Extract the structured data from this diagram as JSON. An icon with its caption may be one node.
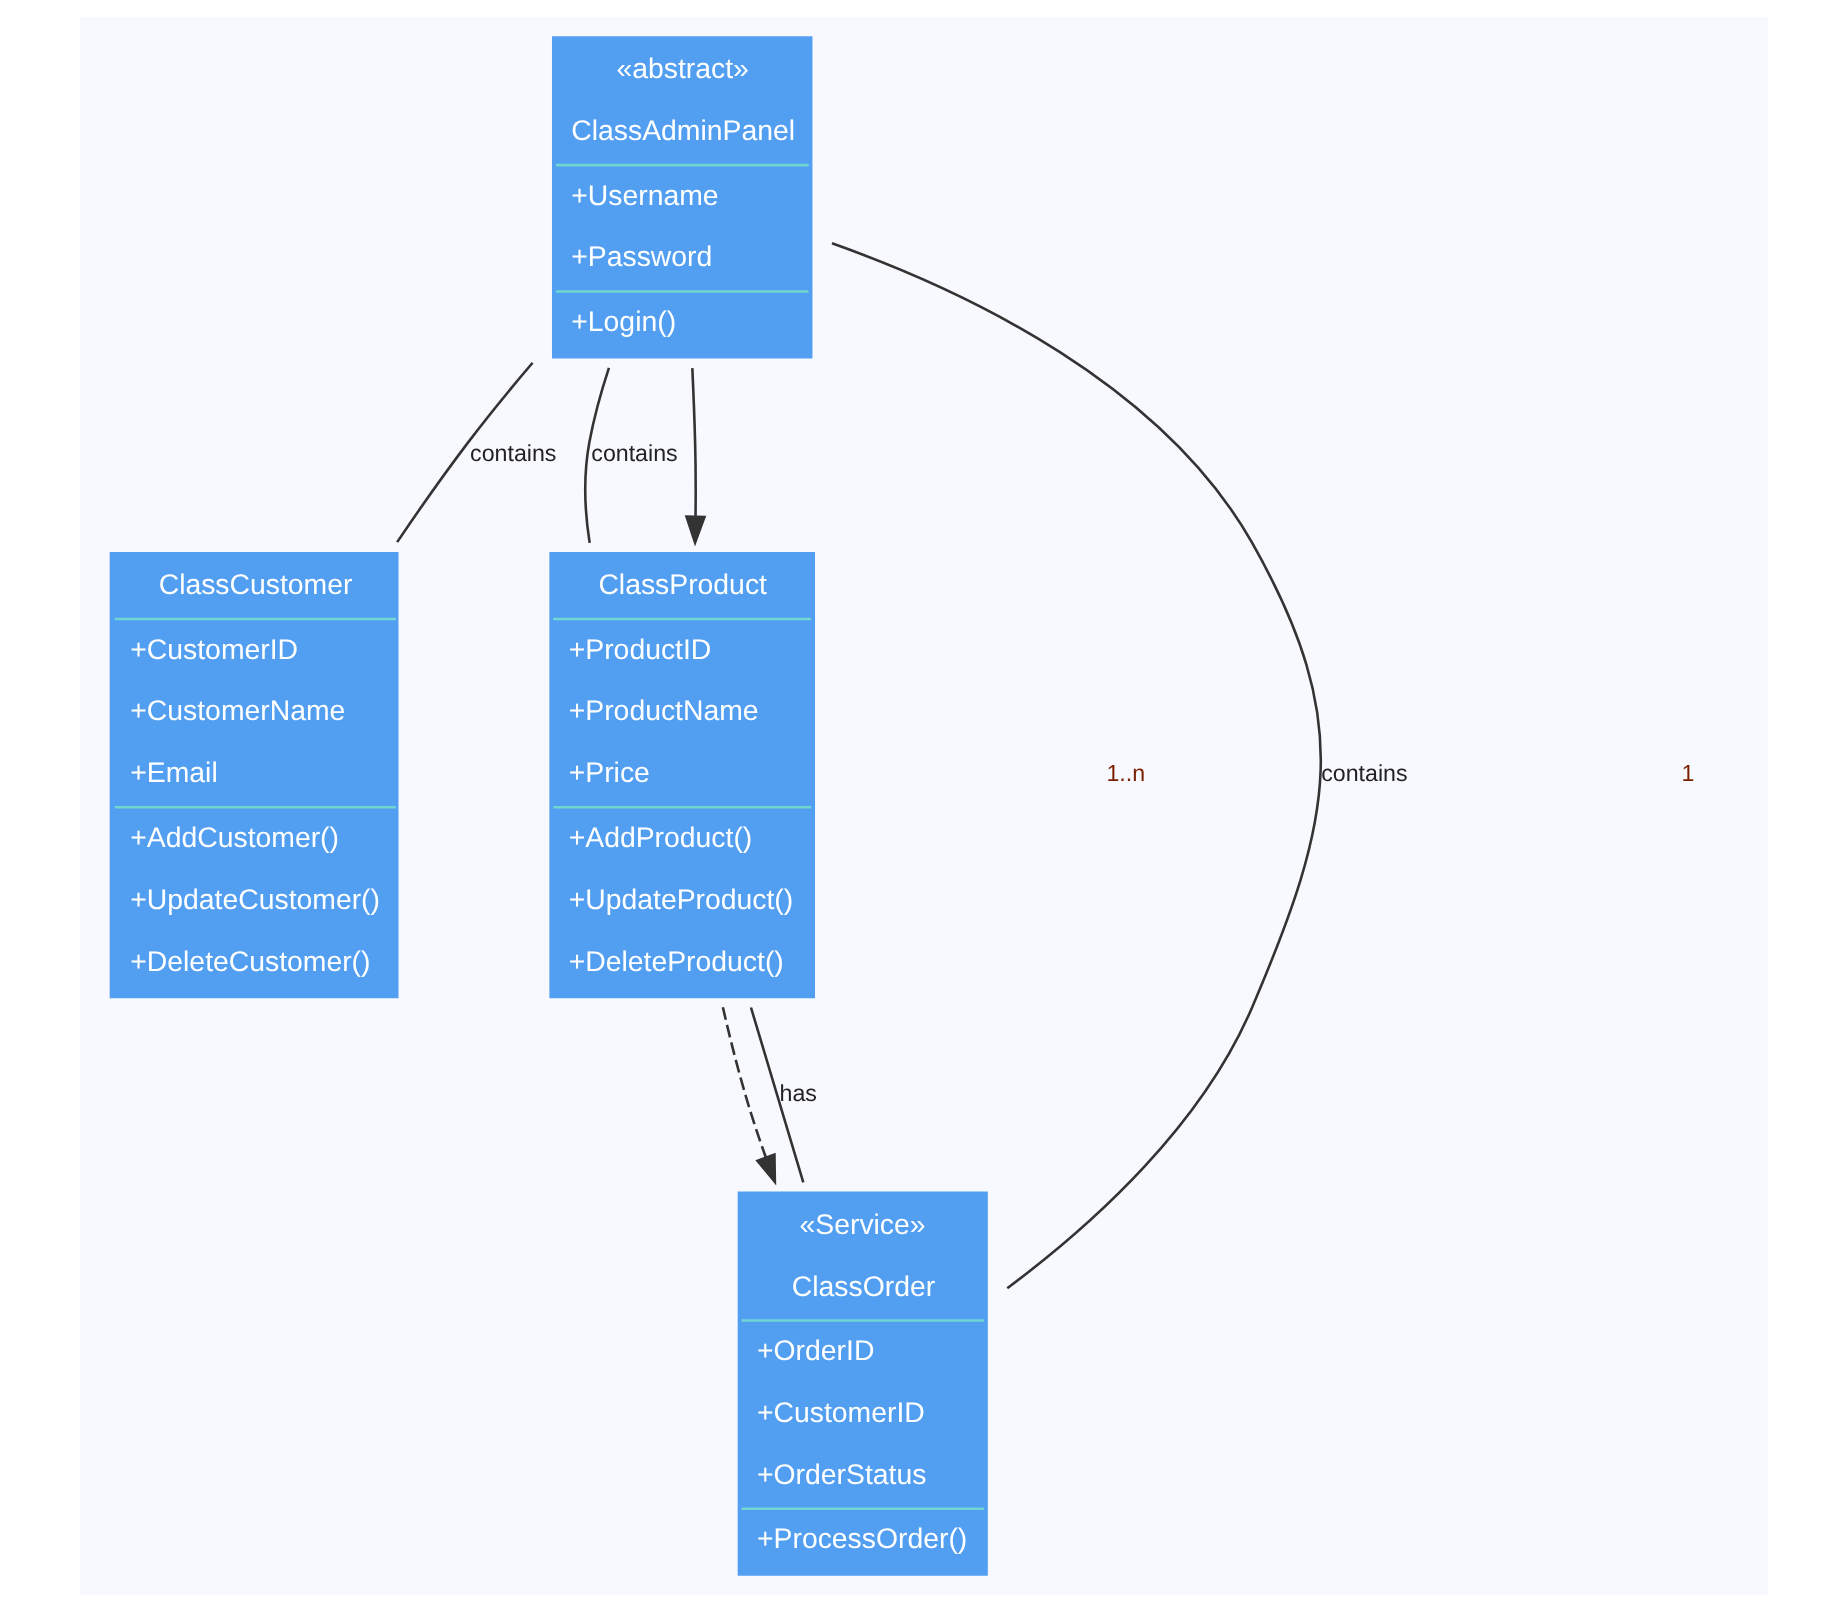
{
  "diagram": {
    "nodes": [
      {
        "text": [
          "«abstract»",
          "ClassAdminPanel",
          "+Username",
          "+Password",
          "+Login()"
        ]
      },
      {
        "text": [
          "ClassCustomer",
          "+CustomerID",
          "+CustomerName",
          "+Email",
          "+AddCustomer()",
          "+UpdateCustomer()",
          "+DeleteCustomer()"
        ]
      },
      {
        "text": [
          "ClassProduct",
          "+ProductID",
          "+ProductName",
          "+Price",
          "+AddProduct()",
          "+UpdateProduct()",
          "+DeleteProduct()"
        ]
      },
      {
        "text": [
          "«Service»",
          "ClassOrder",
          "+OrderID",
          "+CustomerID",
          "+OrderStatus",
          "+ProcessOrder()"
        ]
      }
    ],
    "edges": [
      {
        "from": 0,
        "to": 1,
        "arrow": "none",
        "label": "contains"
      },
      {
        "from": 0,
        "to": 2,
        "arrow": "none",
        "label": "contains"
      },
      {
        "from": 0,
        "to": 2,
        "arrow": "to"
      },
      {
        "from": 0,
        "to": 3,
        "arrow": "none",
        "label": "contains"
      },
      {
        "from": 2,
        "to": 3,
        "arrow": "to",
        "style": "dashed"
      },
      {
        "from": 2,
        "to": 3,
        "arrow": "none",
        "label": "has"
      }
    ],
    "labels": [
      "1..n",
      "1"
    ]
  }
}
